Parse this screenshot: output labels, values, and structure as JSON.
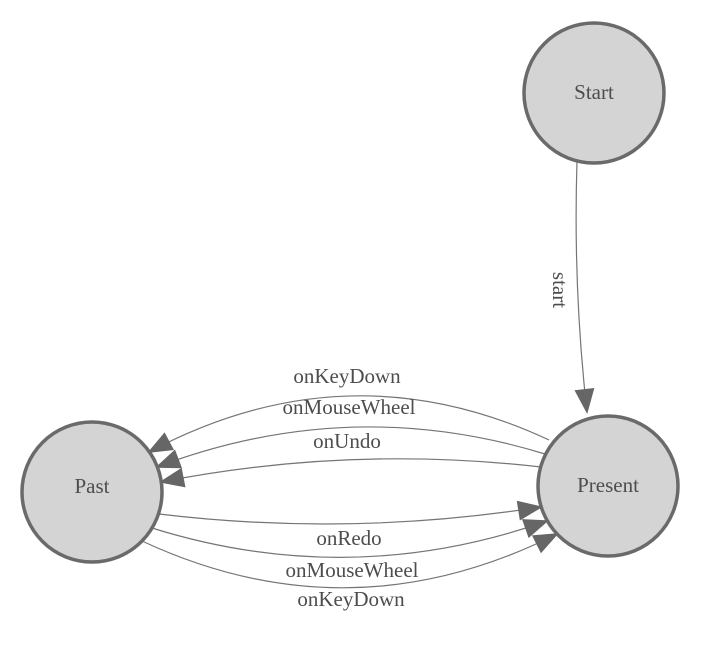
{
  "diagram": {
    "type": "state-diagram",
    "background": "#ffffff",
    "colors": {
      "node_fill": "#d4d4d4",
      "node_border": "#6a6a6a",
      "edge_line": "#757575",
      "arrowhead": "#666666",
      "text": "#4d4d4d"
    },
    "nodes": {
      "start": {
        "label": "Start"
      },
      "present": {
        "label": "Present"
      },
      "past": {
        "label": "Past"
      }
    },
    "edges": [
      {
        "from": "Start",
        "to": "Present",
        "label": "start"
      },
      {
        "from": "Present",
        "to": "Past",
        "label": "onKeyDown"
      },
      {
        "from": "Present",
        "to": "Past",
        "label": "onMouseWheel"
      },
      {
        "from": "Present",
        "to": "Past",
        "label": "onUndo"
      },
      {
        "from": "Past",
        "to": "Present",
        "label": "onRedo"
      },
      {
        "from": "Past",
        "to": "Present",
        "label": "onMouseWheel"
      },
      {
        "from": "Past",
        "to": "Present",
        "label": "onKeyDown"
      }
    ]
  }
}
